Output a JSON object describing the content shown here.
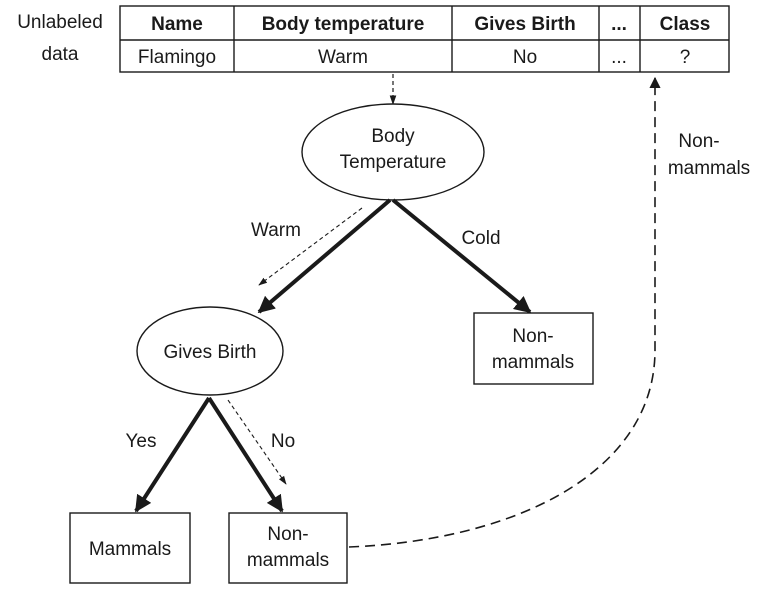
{
  "table": {
    "row_label_line1": "Unlabeled",
    "row_label_line2": "data",
    "headers": [
      "Name",
      "Body temperature",
      "Gives Birth",
      "...",
      "Class"
    ],
    "row": [
      "Flamingo",
      "Warm",
      "No",
      "...",
      "?"
    ]
  },
  "tree": {
    "root": {
      "line1": "Body",
      "line2": "Temperature"
    },
    "edge_warm": "Warm",
    "edge_cold": "Cold",
    "gives_birth": "Gives Birth",
    "leaf_cold": {
      "line1": "Non-",
      "line2": "mammals"
    },
    "edge_yes": "Yes",
    "edge_no": "No",
    "leaf_mammals": "Mammals",
    "leaf_nonmammals": {
      "line1": "Non-",
      "line2": "mammals"
    }
  },
  "result": {
    "line1": "Non-",
    "line2": "mammals"
  }
}
